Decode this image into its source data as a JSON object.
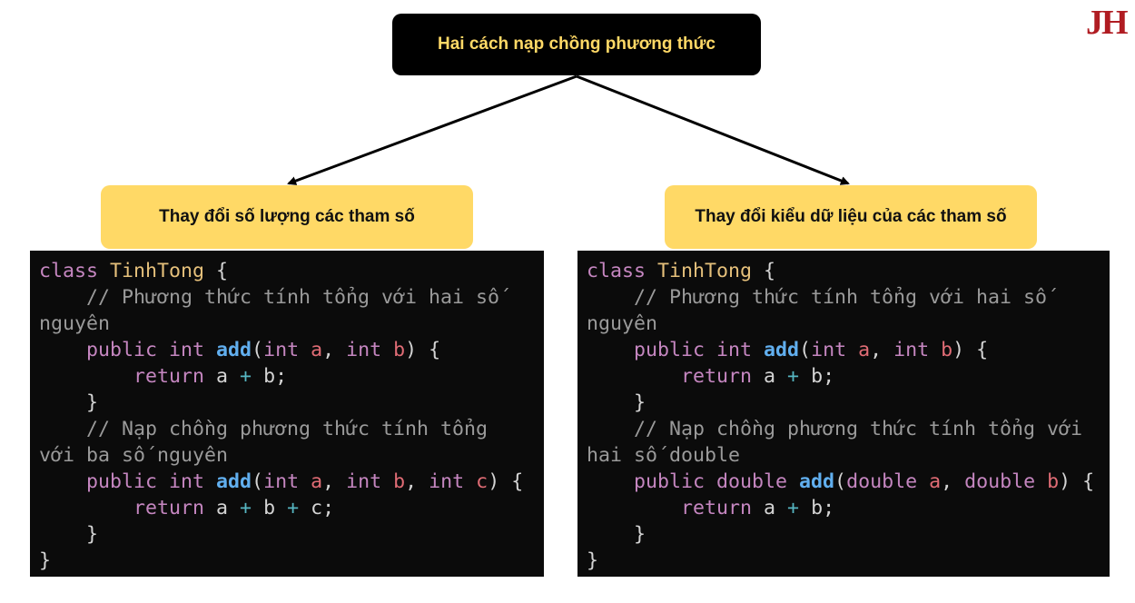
{
  "logo": "JH",
  "root": {
    "label": "Hai cách nạp chồng phương thức"
  },
  "branches": [
    {
      "label": "Thay đổi số lượng các tham số"
    },
    {
      "label": "Thay đổi kiểu dữ liệu của các tham số"
    }
  ],
  "code_left": [
    [
      [
        "kw",
        "class "
      ],
      [
        "cls",
        "TinhTong"
      ],
      [
        "pu",
        " {"
      ]
    ],
    [
      [
        "cm",
        "    // Phương thức tính tổng với hai số"
      ]
    ],
    [
      [
        "cm",
        "nguyên"
      ]
    ],
    [
      [
        "tx",
        "    "
      ],
      [
        "kw",
        "public int "
      ],
      [
        "fn",
        "add"
      ],
      [
        "pu",
        "("
      ],
      [
        "kw",
        "int "
      ],
      [
        "pm",
        "a"
      ],
      [
        "pu",
        ", "
      ],
      [
        "kw",
        "int "
      ],
      [
        "pm",
        "b"
      ],
      [
        "pu",
        ") {"
      ]
    ],
    [
      [
        "tx",
        "        "
      ],
      [
        "kw",
        "return "
      ],
      [
        "tx",
        "a "
      ],
      [
        "op",
        "+"
      ],
      [
        "tx",
        " b;"
      ]
    ],
    [
      [
        "pu",
        "    }"
      ]
    ],
    [
      [
        "cm",
        "    // Nạp chồng phương thức tính tổng"
      ]
    ],
    [
      [
        "cm",
        "với ba số nguyên"
      ]
    ],
    [
      [
        "tx",
        "    "
      ],
      [
        "kw",
        "public int "
      ],
      [
        "fn",
        "add"
      ],
      [
        "pu",
        "("
      ],
      [
        "kw",
        "int "
      ],
      [
        "pm",
        "a"
      ],
      [
        "pu",
        ", "
      ],
      [
        "kw",
        "int "
      ],
      [
        "pm",
        "b"
      ],
      [
        "pu",
        ", "
      ],
      [
        "kw",
        "int "
      ],
      [
        "pm",
        "c"
      ],
      [
        "pu",
        ") {"
      ]
    ],
    [
      [
        "tx",
        "        "
      ],
      [
        "kw",
        "return "
      ],
      [
        "tx",
        "a "
      ],
      [
        "op",
        "+"
      ],
      [
        "tx",
        " b "
      ],
      [
        "op",
        "+"
      ],
      [
        "tx",
        " c;"
      ]
    ],
    [
      [
        "pu",
        "    }"
      ]
    ],
    [
      [
        "pu",
        "}"
      ]
    ]
  ],
  "code_right": [
    [
      [
        "kw",
        "class "
      ],
      [
        "cls",
        "TinhTong"
      ],
      [
        "pu",
        " {"
      ]
    ],
    [
      [
        "cm",
        "    // Phương thức tính tổng với hai số"
      ]
    ],
    [
      [
        "cm",
        "nguyên"
      ]
    ],
    [
      [
        "tx",
        "    "
      ],
      [
        "kw",
        "public int "
      ],
      [
        "fn",
        "add"
      ],
      [
        "pu",
        "("
      ],
      [
        "kw",
        "int "
      ],
      [
        "pm",
        "a"
      ],
      [
        "pu",
        ", "
      ],
      [
        "kw",
        "int "
      ],
      [
        "pm",
        "b"
      ],
      [
        "pu",
        ") {"
      ]
    ],
    [
      [
        "tx",
        "        "
      ],
      [
        "kw",
        "return "
      ],
      [
        "tx",
        "a "
      ],
      [
        "op",
        "+"
      ],
      [
        "tx",
        " b;"
      ]
    ],
    [
      [
        "pu",
        "    }"
      ]
    ],
    [
      [
        "cm",
        "    // Nạp chồng phương thức tính tổng với"
      ]
    ],
    [
      [
        "cm",
        "hai số double"
      ]
    ],
    [
      [
        "tx",
        "    "
      ],
      [
        "kw",
        "public double "
      ],
      [
        "fn",
        "add"
      ],
      [
        "pu",
        "("
      ],
      [
        "kw",
        "double "
      ],
      [
        "pm",
        "a"
      ],
      [
        "pu",
        ", "
      ],
      [
        "kw",
        "double "
      ],
      [
        "pm",
        "b"
      ],
      [
        "pu",
        ") {"
      ]
    ],
    [
      [
        "tx",
        "        "
      ],
      [
        "kw",
        "return "
      ],
      [
        "tx",
        "a "
      ],
      [
        "op",
        "+"
      ],
      [
        "tx",
        " b;"
      ]
    ],
    [
      [
        "pu",
        "    }"
      ]
    ],
    [
      [
        "pu",
        "}"
      ]
    ]
  ]
}
